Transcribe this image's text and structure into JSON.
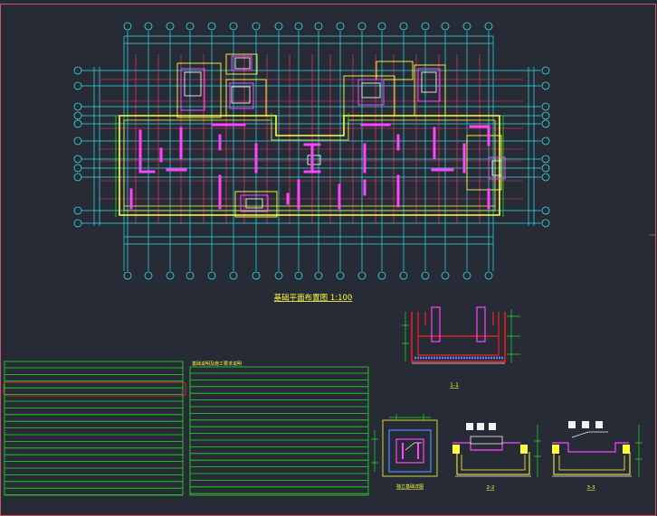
{
  "drawing": {
    "main_plan_title": "基础平面布置图 1:100",
    "notes_table_title": "基础说明及施工要求说明",
    "section_1_label": "1-1",
    "detail_label": "独立基础详图",
    "section_2_label": "2-2",
    "section_3_label": "3-3"
  },
  "colors": {
    "background": "#262b36",
    "frame": "#c05a6b",
    "axis": "#30e0e8",
    "grid": "#ff3b78",
    "wall": "#ffff40",
    "column": "#ff44ff",
    "white": "#f2f2f2",
    "green": "#22e022",
    "red": "#ff2020"
  }
}
